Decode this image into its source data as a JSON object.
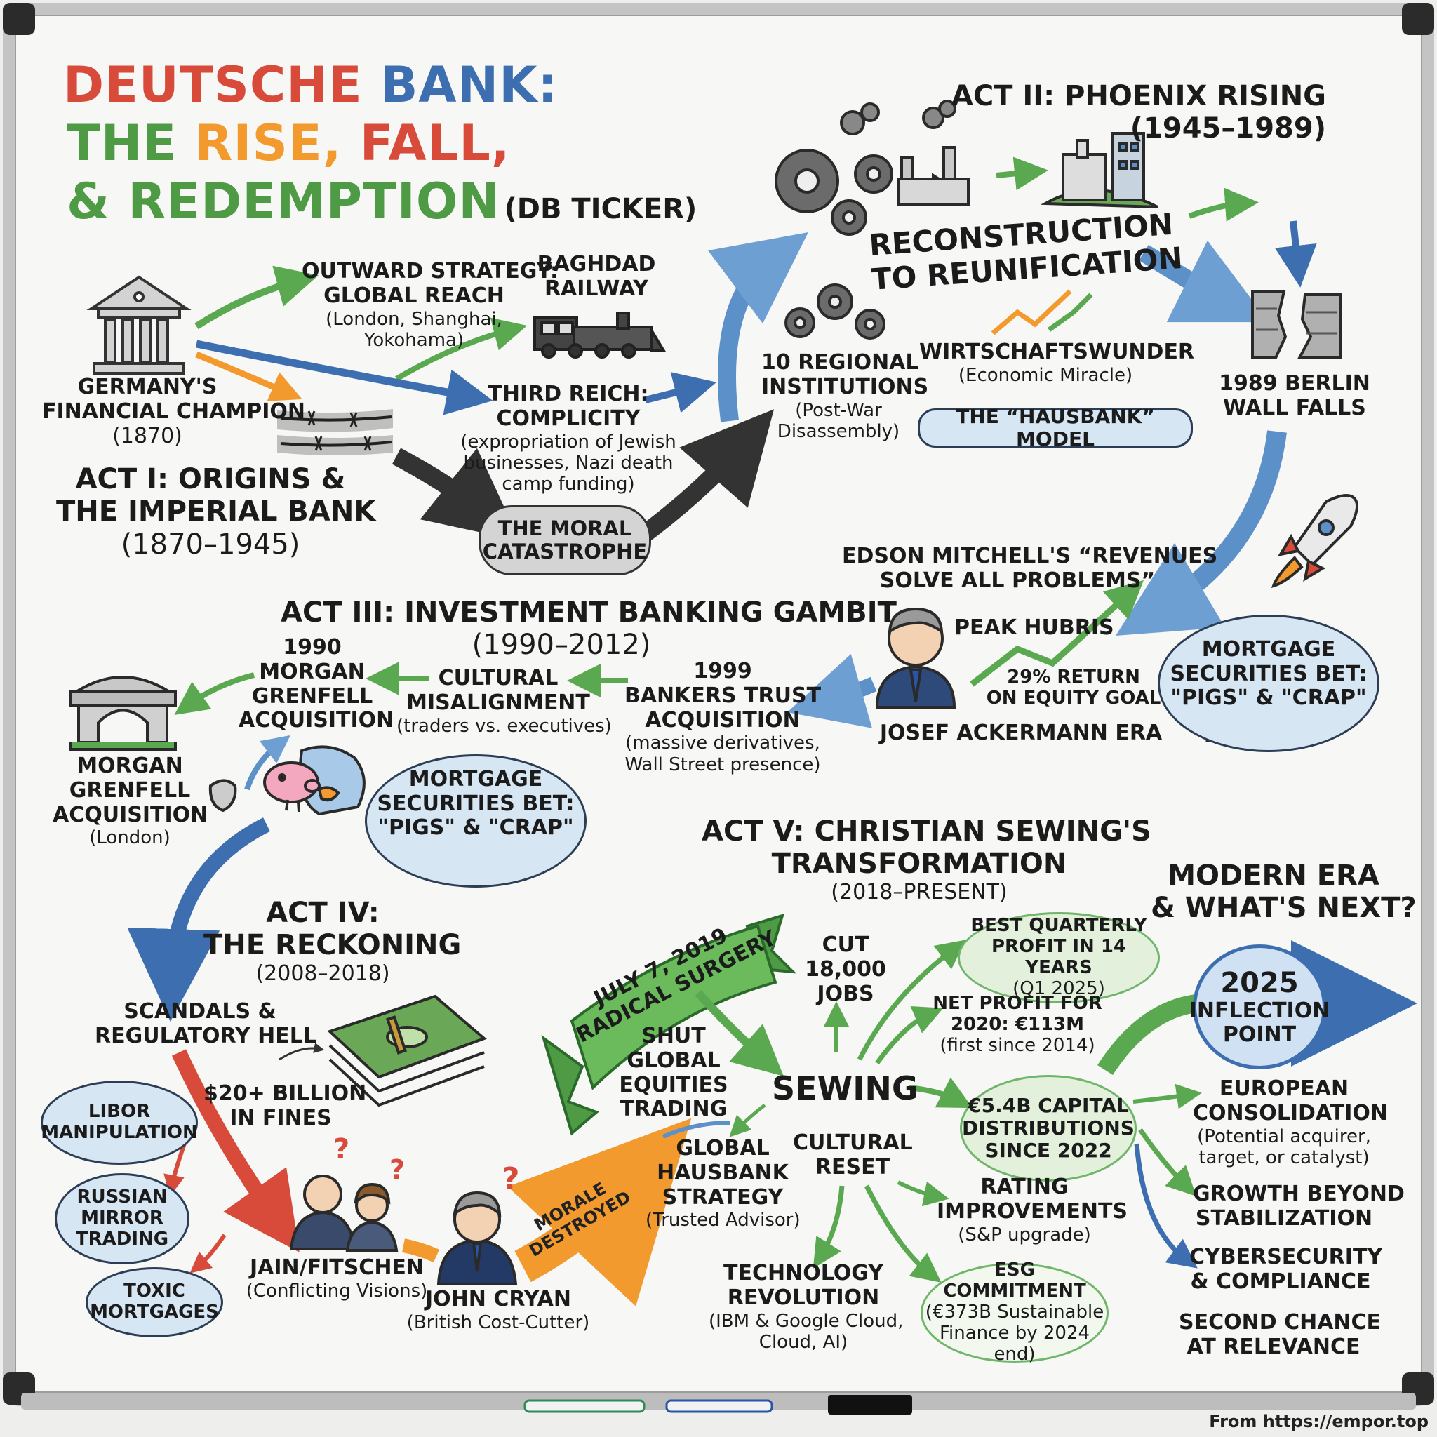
{
  "title": {
    "word_deutsche": "DEUTSCHE",
    "word_bank": "BANK:",
    "word_the": "THE",
    "word_rise": "RISE,",
    "word_fall": "FALL,",
    "word_redemption": "& REDEMPTION",
    "ticker": "(DB TICKER)"
  },
  "act1": {
    "heading": [
      "ACT I: ORIGINS &",
      "THE IMPERIAL BANK",
      "(1870–1945)"
    ],
    "champion": [
      "GERMANY'S",
      "FINANCIAL CHAMPION",
      "(1870)"
    ],
    "outward": [
      "OUTWARD STRATEGY:",
      "GLOBAL REACH"
    ],
    "outward_cities": [
      "(London, Shanghai,",
      "Yokohama)"
    ],
    "railway": [
      "BAGHDAD",
      "RAILWAY"
    ],
    "reich": [
      "THIRD REICH:",
      "COMPLICITY"
    ],
    "reich_detail": [
      "(expropriation of Jewish",
      "businesses, Nazi death",
      "camp funding)"
    ],
    "moral": [
      "THE MORAL",
      "CATASTROPHE"
    ]
  },
  "act2": {
    "heading": [
      "ACT II: PHOENIX RISING",
      "(1945–1989)"
    ],
    "reconstruction": [
      "RECONSTRUCTION",
      "TO REUNIFICATION"
    ],
    "regional": [
      "10 REGIONAL",
      "INSTITUTIONS"
    ],
    "regional_detail": [
      "(Post-War",
      "Disassembly)"
    ],
    "wunder": "WIRTSCHAFTSWUNDER",
    "wunder_detail": "(Economic Miracle)",
    "hausbank": "THE “HAUSBANK” MODEL",
    "berlin": [
      "1989 BERLIN",
      "WALL FALLS"
    ]
  },
  "act3": {
    "heading": [
      "ACT III: INVESTMENT BANKING GAMBIT",
      "(1990–2012)"
    ],
    "mg1990": [
      "1990",
      "MORGAN",
      "GRENFELL",
      "ACQUISITION"
    ],
    "cultural": [
      "CULTURAL",
      "MISALIGNMENT"
    ],
    "cultural_detail": "(traders vs. executives)",
    "bt": [
      "1999",
      "BANKERS TRUST",
      "ACQUISITION"
    ],
    "bt_detail": [
      "(massive derivatives,",
      "Wall Street presence)"
    ],
    "mg_left": [
      "MORGAN",
      "GRENFELL",
      "ACQUISITION"
    ],
    "mg_left_detail": "(London)",
    "mortgage_left": [
      "MORTGAGE",
      "SECURITIES BET:",
      "\"PIGS\" & \"CRAP\""
    ],
    "mitchell": [
      "EDSON MITCHELL'S “REVENUES",
      "SOLVE ALL PROBLEMS”"
    ],
    "peak": "PEAK HUBRIS",
    "roe": [
      "29% RETURN",
      "ON EQUITY GOAL"
    ],
    "ackermann": "JOSEF ACKERMANN ERA",
    "mortgage_right": [
      "MORTGAGE",
      "SECURITIES BET:",
      "\"PIGS\" & \"CRAP\""
    ]
  },
  "act4": {
    "heading": [
      "ACT IV:",
      "THE RECKONING",
      "(2008–2018)"
    ],
    "scandals": [
      "SCANDALS &",
      "REGULATORY HELL"
    ],
    "fines": [
      "$20+ BILLION",
      "IN FINES"
    ],
    "libor": [
      "LIBOR",
      "MANIPULATION"
    ],
    "russian": [
      "RUSSIAN",
      "MIRROR",
      "TRADING"
    ],
    "toxic": [
      "TOXIC",
      "MORTGAGES"
    ],
    "jain": "JAIN/FITSCHEN",
    "jain_detail": "(Conflicting Visions)",
    "cryan": "JOHN CRYAN",
    "cryan_detail": "(British Cost-Cutter)",
    "morale": [
      "MORALE",
      "DESTROYED"
    ],
    "qmark": "?"
  },
  "act5": {
    "heading": [
      "ACT V: CHRISTIAN SEWING'S",
      "TRANSFORMATION",
      "(2018–PRESENT)"
    ],
    "banner": [
      "JULY 7, 2019",
      "RADICAL SURGERY"
    ],
    "cut": [
      "CUT",
      "18,000",
      "JOBS"
    ],
    "best": [
      "BEST QUARTERLY",
      "PROFIT IN 14 YEARS",
      "(Q1 2025)"
    ],
    "net": [
      "NET PROFIT FOR",
      "2020: €113M"
    ],
    "net_detail": "(first since 2014)",
    "shut": [
      "SHUT",
      "GLOBAL",
      "EQUITIES",
      "TRADING"
    ],
    "sewing": "SEWING",
    "capital": [
      "€5.4B CAPITAL",
      "DISTRIBUTIONS",
      "SINCE 2022"
    ],
    "global": [
      "GLOBAL",
      "HAUSBANK",
      "STRATEGY"
    ],
    "global_detail": "(Trusted Advisor)",
    "cultural": [
      "CULTURAL",
      "RESET"
    ],
    "rating": [
      "RATING",
      "IMPROVEMENTS"
    ],
    "rating_detail": "(S&P upgrade)",
    "tech": [
      "TECHNOLOGY",
      "REVOLUTION"
    ],
    "tech_detail": [
      "(IBM & Google Cloud,",
      "Cloud, AI)"
    ],
    "esg": [
      "ESG",
      "COMMITMENT"
    ],
    "esg_detail": [
      "(€373B Sustainable",
      "Finance by 2024 end)"
    ]
  },
  "modern": {
    "heading": [
      "MODERN ERA",
      "& WHAT'S NEXT?"
    ],
    "inflection": [
      "2025",
      "INFLECTION",
      "POINT"
    ],
    "european": [
      "EUROPEAN",
      "CONSOLIDATION"
    ],
    "european_detail": [
      "(Potential acquirer,",
      "target, or catalyst)"
    ],
    "growth": [
      "GROWTH BEYOND",
      "STABILIZATION"
    ],
    "cyber": [
      "CYBERSECURITY",
      "& COMPLIANCE"
    ],
    "second": [
      "SECOND CHANCE",
      "AT RELEVANCE"
    ]
  },
  "footer": "From https://empor.top",
  "colors": {
    "red": "#d84b3a",
    "orange": "#f39a2e",
    "yellow": "#f2c22a",
    "blue": "#3d6fb0",
    "green": "#4f9a45",
    "arrow_blue": "#5c90c8",
    "arrow_green": "#5aa84f",
    "dark": "#333333"
  }
}
